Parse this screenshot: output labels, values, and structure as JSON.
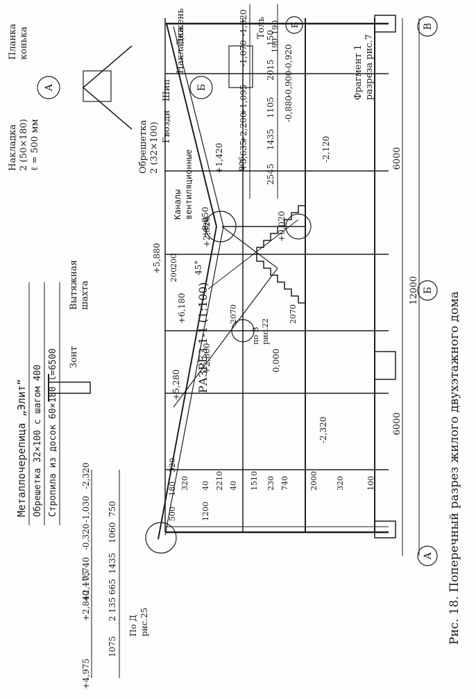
{
  "section_title": "РАЗРЕЗ 1-1 (1:100)",
  "caption": "Рис. 18. Поперечный разрез жилого двухэтажного дома",
  "roof_notes": [
    "Металлочерепица „Элит“",
    "Обрешетка 32×100 с шагом 400",
    "Стропила из досок 60×180 l=6500"
  ],
  "node_ref_left": [
    "По Д",
    "рис.25"
  ],
  "callouts": {
    "zont": "Зонт",
    "shaft": [
      "Вытяжная",
      "шахта"
    ],
    "vent_channels": [
      "Каналы",
      "вентиляционные"
    ],
    "po_v": [
      "по В",
      "рис.22"
    ],
    "fragment": [
      "Фрагмент 1",
      "разреза рис.7"
    ],
    "angle": "45°"
  },
  "detail_a": {
    "label": "А",
    "planka": [
      "Планка",
      "конька"
    ],
    "nakladka": [
      "Накладка",
      "2 (50×180)",
      "ℓ = 500 мм"
    ],
    "obreshetka": [
      "Обрешетка",
      "2 (32×100)"
    ],
    "gvozdi": "Гвозди",
    "ship": "Шип"
  },
  "detail_b": {
    "label": "Б",
    "nakladka": "Накладка",
    "lezhen": "Лежень",
    "tol": "Толь",
    "dims": [
      "190",
      "190"
    ],
    "side_label": "Б"
  },
  "axes": [
    "А",
    "Б",
    "В"
  ],
  "axis_dims": [
    "6000",
    "6000",
    "12000"
  ],
  "left_elevations": [
    "+4,975",
    "+2,840",
    "+2,175",
    "+0,740",
    "-0,320",
    "-1,030",
    "-2,320"
  ],
  "left_heights": [
    "1075",
    "2 135",
    "665",
    "1435",
    "1060",
    "750"
  ],
  "right_elevations": [
    "+3,635",
    "+2,200",
    "+1,095",
    "-1,070",
    "-1,820"
  ],
  "right_heights": [
    "2545",
    "1435",
    "1105",
    "2015",
    "150"
  ],
  "interior_levels": {
    "ridge": "+8,950",
    "beam_b": "+5,880",
    "rafter": "+6,180",
    "attic_floor": "+5,280",
    "second_floor_a": "+2,800",
    "second_floor_b": "+2,820",
    "stair_landing": "+1,420",
    "ground_floor": "0,000",
    "stair_start": "+0,020",
    "basement": "-2,320",
    "basement_b": "-2,120",
    "step1": "-0,880",
    "step2": "-0,900",
    "porch": "-0,920"
  },
  "interior_dims": [
    "2070",
    "2070",
    "906",
    "200",
    "200",
    "1200",
    "500",
    "180",
    "320",
    "320",
    "40",
    "2210",
    "40",
    "1510",
    "230",
    "740",
    "2000",
    "320",
    "100"
  ]
}
